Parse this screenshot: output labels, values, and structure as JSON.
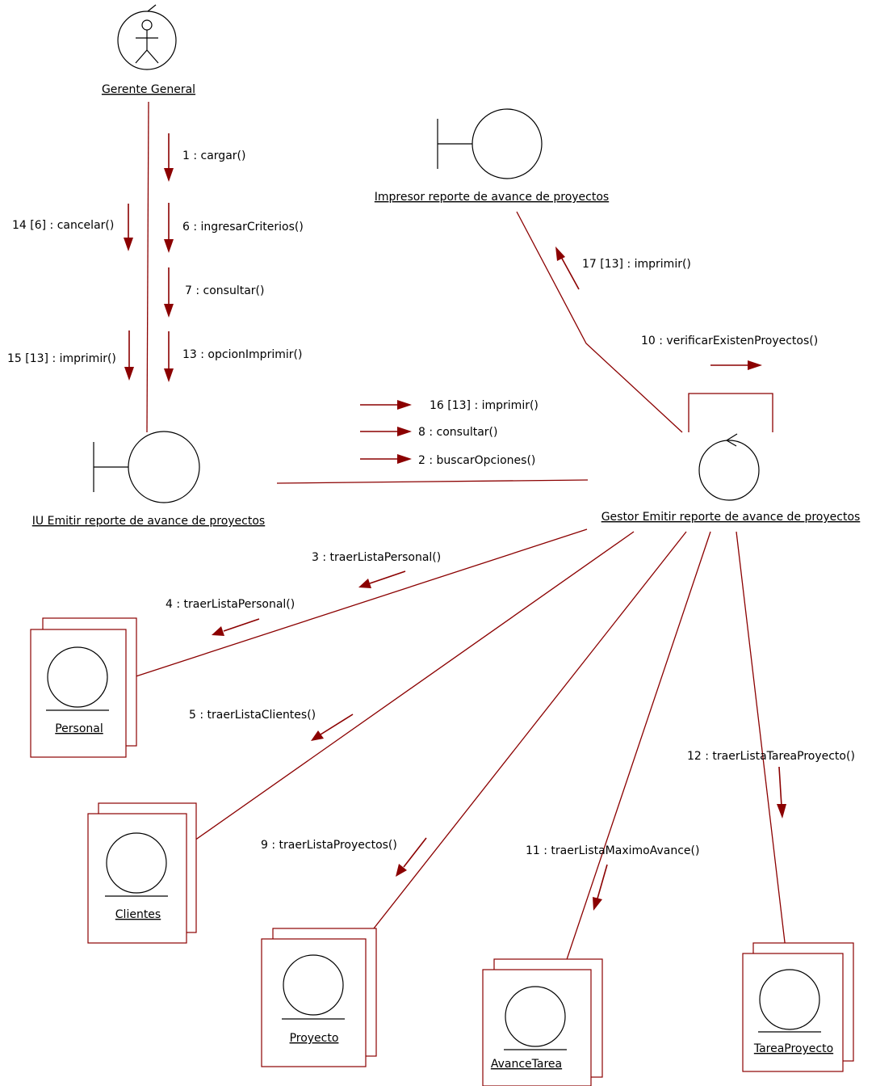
{
  "objects": {
    "gerente": "Gerente General",
    "impresor": "Impresor reporte de avance de proyectos",
    "iu": "IU Emitir reporte de avance de proyectos",
    "gestor": "Gestor Emitir reporte de avance de proyectos",
    "personal": "Personal",
    "clientes": "Clientes",
    "proyecto": "Proyecto",
    "avancetarea": "AvanceTarea",
    "tareaproyecto": "TareaProyecto"
  },
  "messages": {
    "m1": "1 : cargar()",
    "m6": "6 : ingresarCriterios()",
    "m7": "7 : consultar()",
    "m13": "13 : opcionImprimir()",
    "m14": "14 [6] : cancelar()",
    "m15": "15 [13] : imprimir()",
    "m17": "17 [13] : imprimir()",
    "m10": "10 : verificarExistenProyectos()",
    "m16": "16 [13] : imprimir()",
    "m8": "8 : consultar()",
    "m2": "2 : buscarOpciones()",
    "m3": "3 : traerListaPersonal()",
    "m4": "4 : traerListaPersonal()",
    "m5": "5 : traerListaClientes()",
    "m9": "9 : traerListaProyectos()",
    "m11": "11 : traerListaMaximoAvance()",
    "m12": "12 : traerListaTareaProyecto()"
  },
  "colors": {
    "link": "#8b0000",
    "shape": "#000000"
  }
}
